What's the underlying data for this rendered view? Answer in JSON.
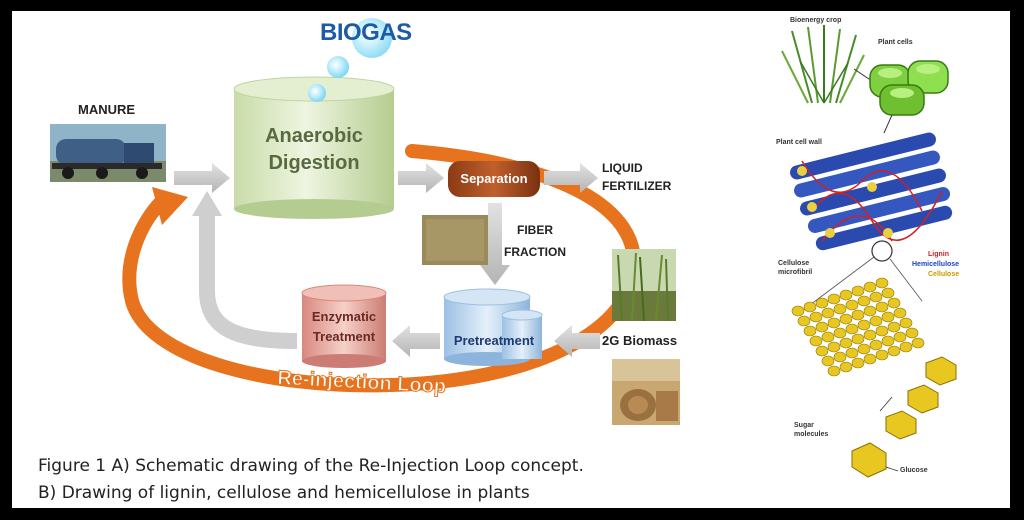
{
  "diagram_a": {
    "title": "BIOGAS",
    "nodes": {
      "manure": "MANURE",
      "anaerobic_line1": "Anaerobic",
      "anaerobic_line2": "Digestion",
      "separation": "Separation",
      "liquid_fertilizer_line1": "LIQUID",
      "liquid_fertilizer_line2": "FERTILIZER",
      "fiber_fraction_line1": "FIBER",
      "fiber_fraction_line2": "FRACTION",
      "pretreatment": "Pretreatment",
      "enzymatic_line1": "Enzymatic",
      "enzymatic_line2": "Treatment",
      "biomass_2g": "2G Biomass",
      "loop_label": "Re-injection Loop"
    },
    "colors": {
      "loop": "#e8731e",
      "arrow_gray": "#c8c8c8",
      "digester": "#d8e8c0",
      "separation": "#a0461c",
      "pretreatment": "#b8d4ec",
      "enzymatic": "#e8a8a0",
      "biogas_text": "#1e5aa8"
    }
  },
  "diagram_b": {
    "labels": {
      "bioenergy_crop": "Bioenergy crop",
      "plant_cells": "Plant cells",
      "plant_cell_wall": "Plant cell wall",
      "lignin": "Lignin",
      "hemicellulose": "Hemicellulose",
      "cellulose": "Cellulose",
      "cellulose_microfibril_line1": "Cellulose",
      "cellulose_microfibril_line2": "microfibril",
      "sugar_molecules_line1": "Sugar",
      "sugar_molecules_line2": "molecules",
      "glucose": "Glucose"
    },
    "colors": {
      "lignin": "#d42020",
      "hemicellulose": "#2040c0",
      "cellulose": "#c89a00",
      "cell_green": "#7ed040",
      "fibril_blue": "#2a4ab0",
      "sugar_yellow": "#e8c820"
    }
  },
  "caption": {
    "line1": "Figure 1 A) Schematic drawing of the Re-Injection Loop concept.",
    "line2": "B) Drawing of lignin, cellulose and hemicellulose in plants"
  }
}
